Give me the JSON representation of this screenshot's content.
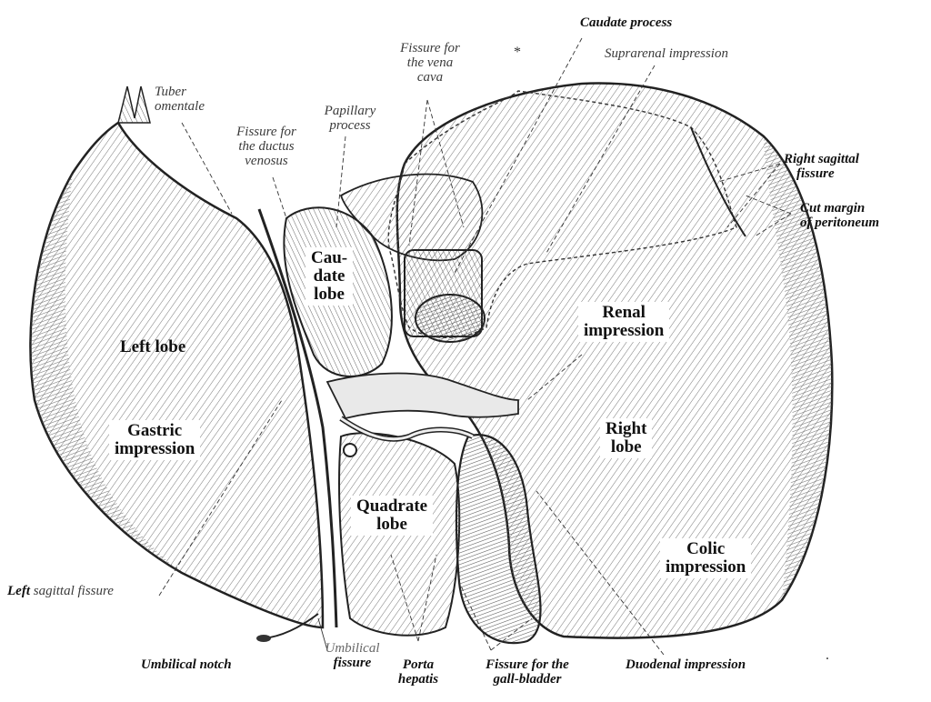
{
  "labels": {
    "caudate_process": "Caudate process",
    "suprarenal_impression": "Suprarenal impression",
    "fissure_vena_cava_1": "Fissure for",
    "fissure_vena_cava_2": "the vena",
    "fissure_vena_cava_3": "cava",
    "tuber_omentale_1": "Tuber",
    "tuber_omentale_2": "omentale",
    "papillary_process_1": "Papillary",
    "papillary_process_2": "process",
    "ductus_venosus_1": "Fissure for",
    "ductus_venosus_2": "the ductus",
    "ductus_venosus_3": "venosus",
    "right_sagittal_1": "Right sagittal",
    "right_sagittal_2": "fissure",
    "cut_margin_1": "Cut margin",
    "cut_margin_2": "of peritoneum",
    "caudate_lobe_1": "Cau-",
    "caudate_lobe_2": "date",
    "caudate_lobe_3": "lobe",
    "left_lobe": "Left lobe",
    "gastric_impression_1": "Gastric",
    "gastric_impression_2": "impression",
    "renal_impression_1": "Renal",
    "renal_impression_2": "impression",
    "right_lobe_1": "Right",
    "right_lobe_2": "lobe",
    "quadrate_lobe_1": "Quadrate",
    "quadrate_lobe_2": "lobe",
    "colic_impression_1": "Colic",
    "colic_impression_2": "impression",
    "left_sagittal_a": "Left",
    "left_sagittal_b": " sagittal fissure",
    "umbilical_notch": "Umbilical notch",
    "umbilical_fissure_1": "Umbilical",
    "umbilical_fissure_2": "fissure",
    "porta_hepatis_1": "Porta",
    "porta_hepatis_2": "hepatis",
    "gall_bladder_1": "Fissure for the",
    "gall_bladder_2": "gall-bladder",
    "duodenal_impression": "Duodenal impression"
  }
}
